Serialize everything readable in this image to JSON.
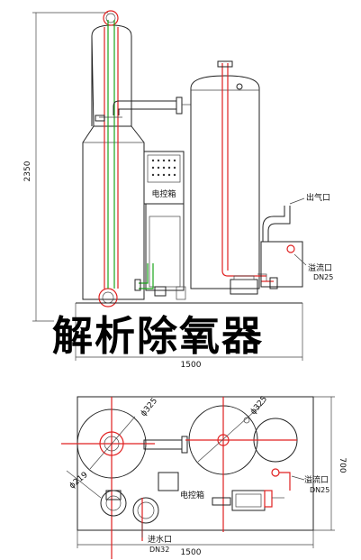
{
  "top_view": {
    "height_dim": "2350",
    "width_dim": "1500",
    "control_box_label": "电控箱",
    "outlet_label": "出气口",
    "overflow_label": "溢流口",
    "overflow_size": "DN25"
  },
  "plan_view": {
    "dia_left": "ϕ325",
    "dia_right": "ϕ325",
    "dia_small": "ϕ219",
    "control_box_label": "电控箱",
    "overflow_label": "溢流口",
    "overflow_size": "DN25",
    "inlet_label": "进水口",
    "inlet_size": "DN32",
    "width_dim": "1500",
    "depth_dim": "700"
  },
  "title": "解析除氧器",
  "colors": {
    "line": "#222222",
    "accent_red": "#e02020",
    "accent_green": "#1aa51a"
  }
}
